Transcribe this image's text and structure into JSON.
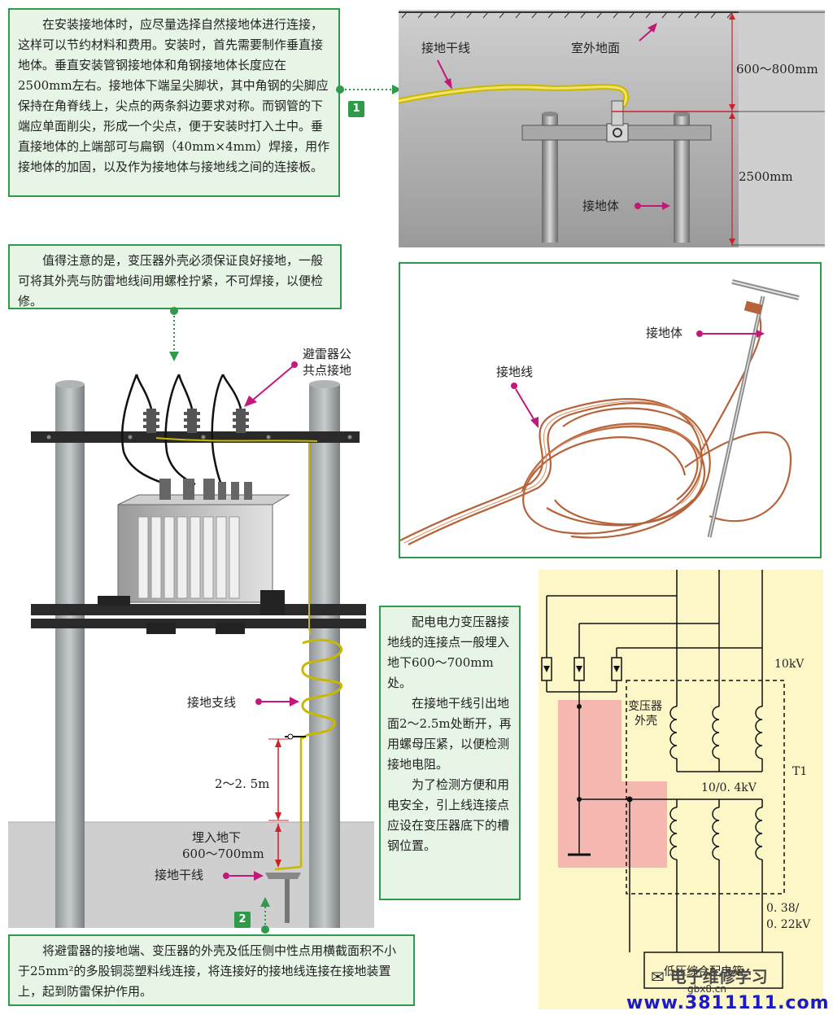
{
  "note1": {
    "badge": "1",
    "text": "在安装接地体时，应尽量选择自然接地体进行连接，这样可以节约材料和费用。安装时，首先需要制作垂直接地体。垂直安装管钢接地体和角钢接地体长度应在2500mm左右。接地体下端呈尖脚状，其中角钢的尖脚应保持在角脊线上，尖点的两条斜边要求对称。而钢管的下端应单面削尖，形成一个尖点，便于安装时打入土中。垂直接地体的上端部可与扁钢（40mm×4mm）焊接，用作接地体的加固，以及作为接地体与接地线之间的连接板。"
  },
  "note_transformer": "值得注意的是，变压器外壳必须保证良好接地，一般可将其外壳与防雷地线间用螺栓拧紧，不可焊接，以便检修。",
  "note_connect": {
    "p1": "配电电力变压器接地线的连接点一般埋入地下600～700mm处。",
    "p2": "在接地干线引出地面2～2.5m处断开，再用螺母压紧，以便检测接地电阻。",
    "p3": "为了检测方便和用电安全，引上线连接点应设在变压器底下的槽钢位置。"
  },
  "note2": {
    "badge": "2",
    "text": "将避雷器的接地端、变压器的外壳及低压侧中性点用横截面积不小于25mm²的多股铜蕊塑料线连接，将连接好的接地线连接在接地装置上，起到防雷保护作用。"
  },
  "panel_ground": {
    "label_trunk": "接地干线",
    "label_surface": "室外地面",
    "label_depth": "600～800mm",
    "label_length": "2500mm",
    "label_body": "接地体"
  },
  "panel_cable": {
    "label_body": "接地体",
    "label_wire": "接地线"
  },
  "pole_diagram": {
    "label_arrester": "避雷器公",
    "label_arrester2": "共点接地",
    "label_branch": "接地支线",
    "label_height": "2～2. 5m",
    "label_buried1": "埋入地下",
    "label_buried2": "600～700mm",
    "label_trunk": "接地干线"
  },
  "circuit": {
    "label_hv": "10kV",
    "label_shell1": "变压器",
    "label_shell2": "外壳",
    "label_t1": "T1",
    "label_ratio": "10/0. 4kV",
    "label_lv1": "0. 38/",
    "label_lv2": "0. 22kV",
    "label_box": "低压综合配电箱"
  },
  "watermark": {
    "brand": "电子维修学习",
    "site1": "gbx8.cn",
    "site2": "www.3811111.com"
  },
  "colors": {
    "note_bg": "#e6f5e6",
    "note_border": "#2e9a4a",
    "arrow": "#c2187a",
    "dim": "#d0202a",
    "circuit_bg": "#fdf7c8",
    "shell_fill": "#f4b8b0"
  }
}
